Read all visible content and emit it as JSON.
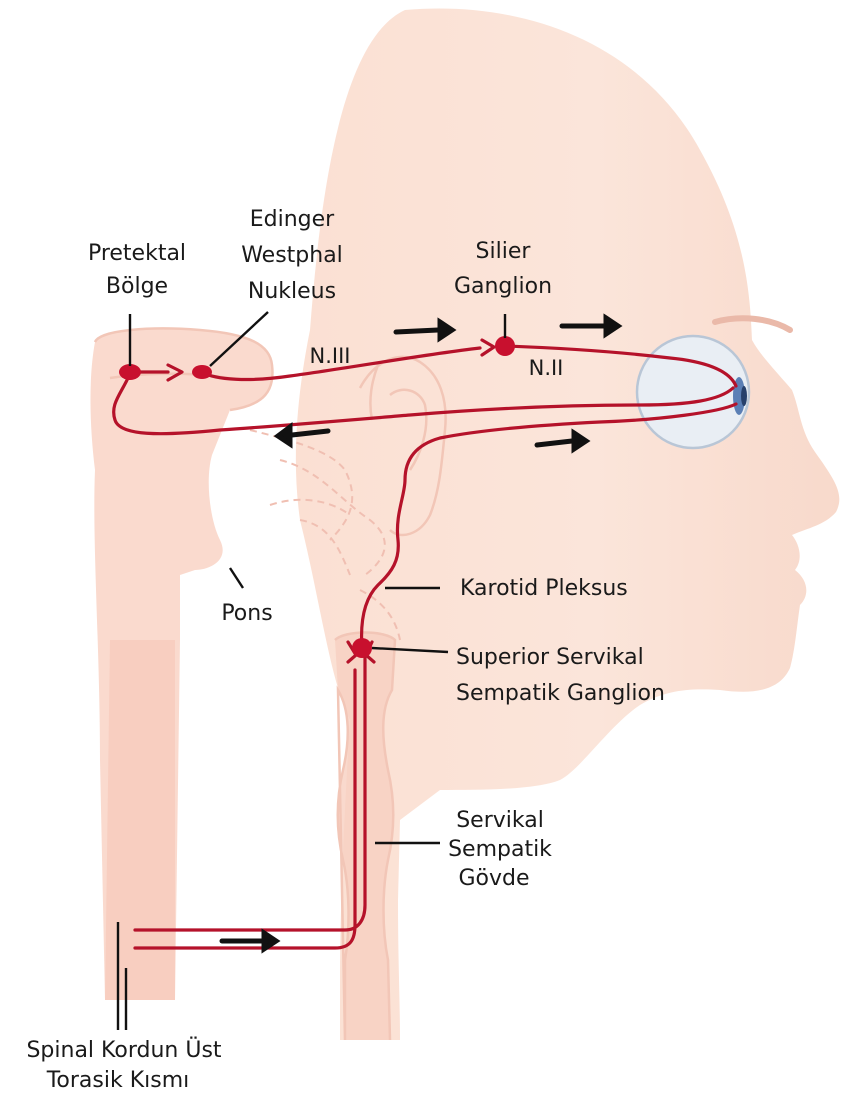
{
  "labels": {
    "pretektal_1": "Pretektal",
    "pretektal_2": "Bölge",
    "edinger_1": "Edinger",
    "edinger_2": "Westphal",
    "edinger_3": "Nukleus",
    "silier_1": "Silier",
    "silier_2": "Ganglion",
    "n3": "N.III",
    "n2": "N.II",
    "pons": "Pons",
    "karotid": "Karotid Pleksus",
    "superior_1": "Superior Servikal",
    "superior_2": "Sempatik Ganglion",
    "servikal_1": "Servikal",
    "servikal_2": "Sempatik",
    "servikal_3": "Gövde",
    "spinal_1": "Spinal Kordun Üst",
    "spinal_2": "Torasik Kısmı"
  },
  "colors": {
    "skin": "#fbe3d8",
    "nerve": "#b5122a",
    "ganglion": "#c8102e",
    "text": "#1a1a1a",
    "eye": "#e9eef4",
    "iris": "#5b7fb5"
  }
}
